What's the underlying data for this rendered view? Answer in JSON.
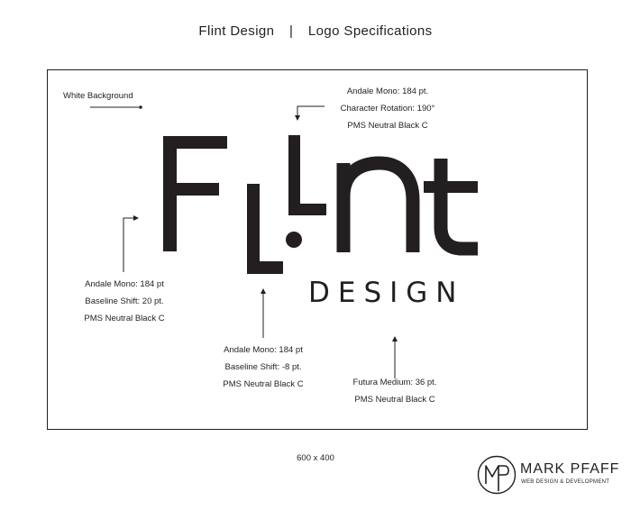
{
  "header": {
    "company": "Flint Design",
    "separator": "|",
    "subtitle": "Logo Specifications"
  },
  "background_label": "White Background",
  "logo": {
    "wordmark_text": "Flint",
    "sub_word": "DESIGN",
    "color": "#231f20"
  },
  "annotations": {
    "top_right": [
      "Andale Mono: 184 pt.",
      "Character Rotation: 190°",
      "PMS Neutral Black C"
    ],
    "left": [
      "Andale Mono: 184 pt",
      "Baseline Shift: 20 pt.",
      "PMS Neutral Black C"
    ],
    "bottom_middle": [
      "Andale Mono: 184 pt",
      "Baseline Shift: -8 pt.",
      "PMS Neutral Black C"
    ],
    "bottom_right": [
      "Futura Medium: 36 pt.",
      "PMS Neutral Black C"
    ]
  },
  "canvas_size_label": "600 x 400",
  "brand": {
    "monogram": "MP",
    "name": "MARK PFAFF",
    "tagline": "WEB DESIGN & DEVELOPMENT"
  }
}
